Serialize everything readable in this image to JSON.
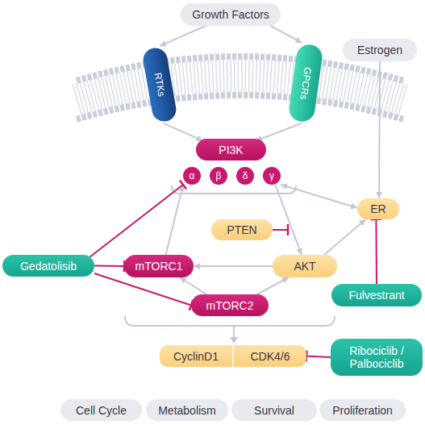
{
  "diagram": {
    "nodes": [
      {
        "text": [
          "Growth Factors"
        ]
      },
      {
        "text": [
          "RTKs"
        ]
      },
      {
        "text": [
          "GPCRs"
        ]
      },
      {
        "text": [
          "Estrogen"
        ]
      },
      {
        "text": [
          "PI3K"
        ]
      },
      {
        "text": [
          "α"
        ]
      },
      {
        "text": [
          "β"
        ]
      },
      {
        "text": [
          "δ"
        ]
      },
      {
        "text": [
          "γ"
        ]
      },
      {
        "text": [
          "ER"
        ]
      },
      {
        "text": [
          "PTEN"
        ]
      },
      {
        "text": [
          "Gedatolisib"
        ]
      },
      {
        "text": [
          "mTORC1"
        ]
      },
      {
        "text": [
          "AKT"
        ]
      },
      {
        "text": [
          "mTORC2"
        ]
      },
      {
        "text": [
          "Fulvestrant"
        ]
      },
      {
        "text": [
          "CyclinD1",
          "CDK4/6"
        ]
      },
      {
        "text": [
          "Ribociclib / Palbociclib"
        ]
      },
      {
        "text": [
          "Cell Cycle"
        ]
      },
      {
        "text": [
          "Metabolism"
        ]
      },
      {
        "text": [
          "Survival"
        ]
      },
      {
        "text": [
          "Proliferation"
        ]
      }
    ],
    "edges": [
      {
        "from": 0,
        "to": 1,
        "arrow": "to"
      },
      {
        "from": 0,
        "to": 2,
        "arrow": "to"
      },
      {
        "from": 1,
        "to": 4,
        "arrow": "to"
      },
      {
        "from": 2,
        "to": 4,
        "arrow": "to"
      },
      {
        "from": 3,
        "to": 9,
        "arrow": "to"
      },
      {
        "from": 8,
        "to": 9,
        "arrow": "both"
      },
      {
        "from": 8,
        "to": 13,
        "arrow": "to"
      },
      {
        "from": 13,
        "to": 9,
        "arrow": "to"
      },
      {
        "from": 13,
        "to": 12,
        "arrow": "to"
      },
      {
        "from": 14,
        "to": 12,
        "arrow": "to"
      },
      {
        "from": 14,
        "to": 13,
        "arrow": "to"
      },
      {
        "from": 12,
        "to": 5,
        "arrow": "to"
      },
      {
        "from": 11,
        "to": 5,
        "arrow": "to"
      },
      {
        "from": 11,
        "to": 12,
        "arrow": "to"
      },
      {
        "from": 11,
        "to": 14,
        "arrow": "to"
      },
      {
        "from": 15,
        "to": 9,
        "arrow": "to"
      },
      {
        "from": 17,
        "to": 16,
        "arrow": "to"
      }
    ]
  }
}
